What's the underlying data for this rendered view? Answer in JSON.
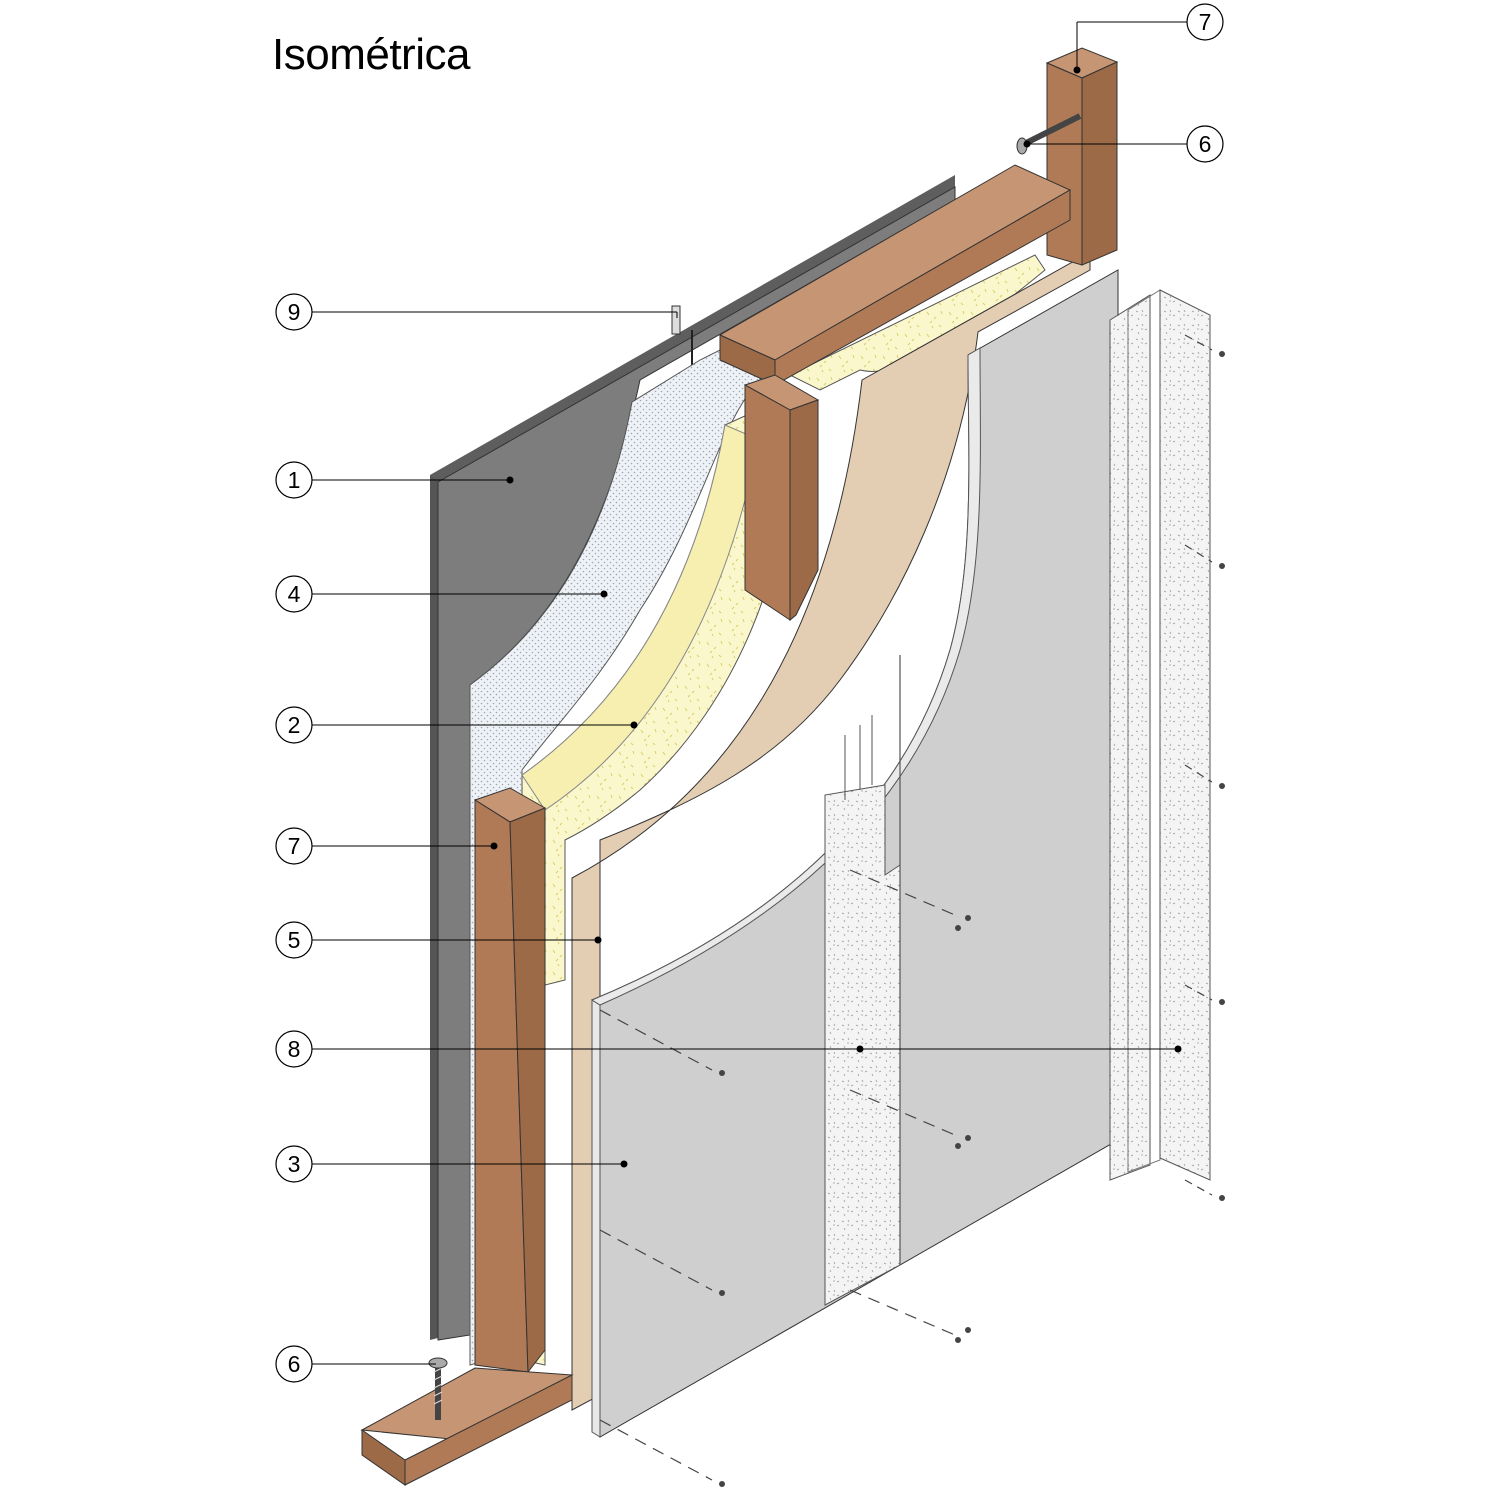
{
  "title": "Isométrica",
  "callouts": [
    {
      "id": "c1",
      "label": "1"
    },
    {
      "id": "c2",
      "label": "2"
    },
    {
      "id": "c3",
      "label": "3"
    },
    {
      "id": "c4",
      "label": "4"
    },
    {
      "id": "c5",
      "label": "5"
    },
    {
      "id": "c6-top",
      "label": "6"
    },
    {
      "id": "c6-bottom",
      "label": "6"
    },
    {
      "id": "c7-top",
      "label": "7"
    },
    {
      "id": "c7-left",
      "label": "7"
    },
    {
      "id": "c8",
      "label": "8"
    },
    {
      "id": "c9",
      "label": "9"
    }
  ],
  "colors": {
    "cladding": "#7d7d7d",
    "membrane": "#e8edf2",
    "insulation": "#fbf6c8",
    "osb": "#e3cdb3",
    "gypsum": "#cfcfcf",
    "timber": "#b07a56",
    "tape": "#f2f2f2"
  }
}
